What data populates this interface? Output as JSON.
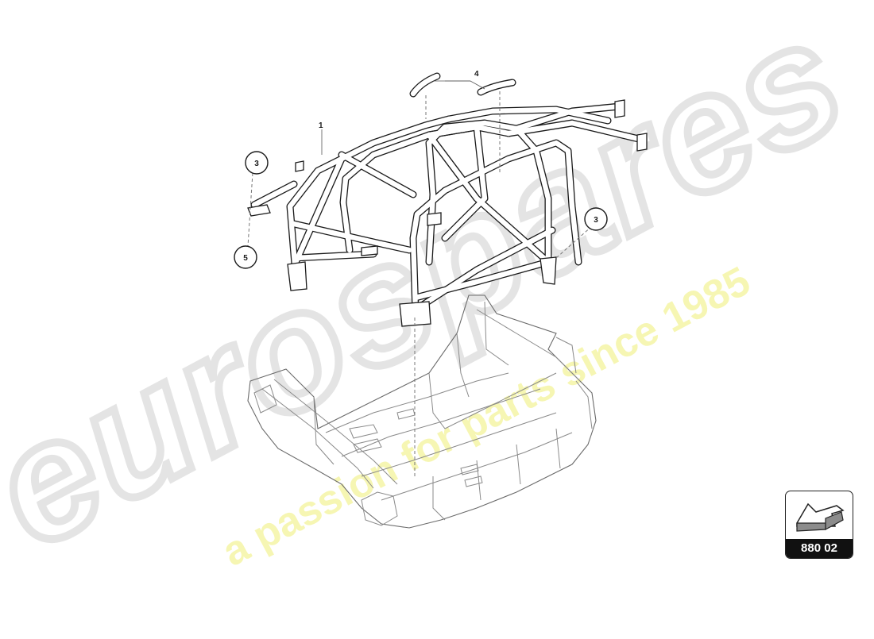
{
  "diagram": {
    "type": "exploded-parts-view",
    "subject": "roll cage over vehicle chassis",
    "callouts": [
      {
        "id": "callout-1",
        "label": "1",
        "style": "plain-leader"
      },
      {
        "id": "callout-4",
        "label": "4",
        "style": "plain-leader"
      },
      {
        "id": "callout-3-left",
        "label": "3",
        "style": "circle"
      },
      {
        "id": "callout-5",
        "label": "5",
        "style": "circle"
      },
      {
        "id": "callout-3-right",
        "label": "3",
        "style": "circle"
      }
    ]
  },
  "badge": {
    "code": "880 02",
    "icon": "arrow-pointer-icon"
  },
  "watermark": {
    "brand": "eurospares",
    "tagline": "a passion for parts since 1985",
    "brand_color": "#e6e6e6",
    "tagline_color": "#f5f59a"
  }
}
